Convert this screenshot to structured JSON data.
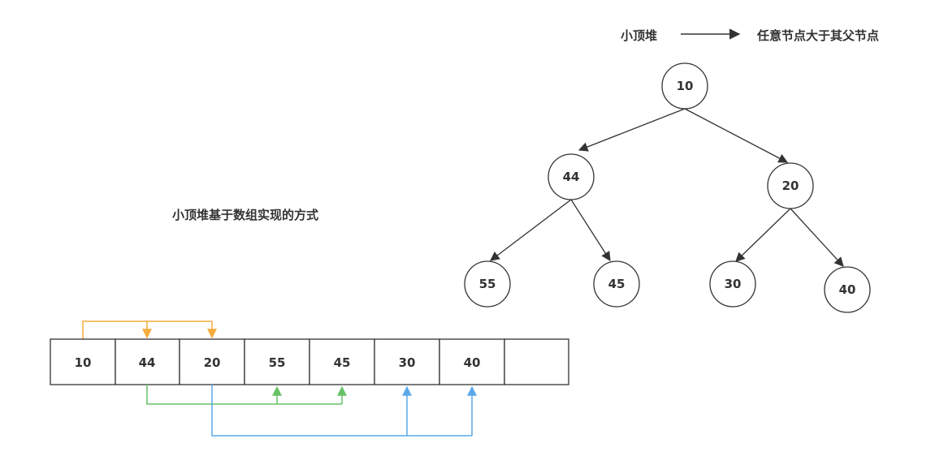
{
  "legend": {
    "term": "小顶堆",
    "definition": "任意节点大于其父节点"
  },
  "array_title": "小顶堆基于数组实现的方式",
  "tree": {
    "root": "10",
    "level1": [
      "44",
      "20"
    ],
    "level2": [
      "55",
      "45",
      "30",
      "40"
    ]
  },
  "array": {
    "cells": [
      "10",
      "44",
      "20",
      "55",
      "45",
      "30",
      "40",
      ""
    ]
  },
  "colors": {
    "stroke": "#333333",
    "orange": "#f5ab3c",
    "green": "#67c266",
    "blue": "#5aa9ea"
  }
}
